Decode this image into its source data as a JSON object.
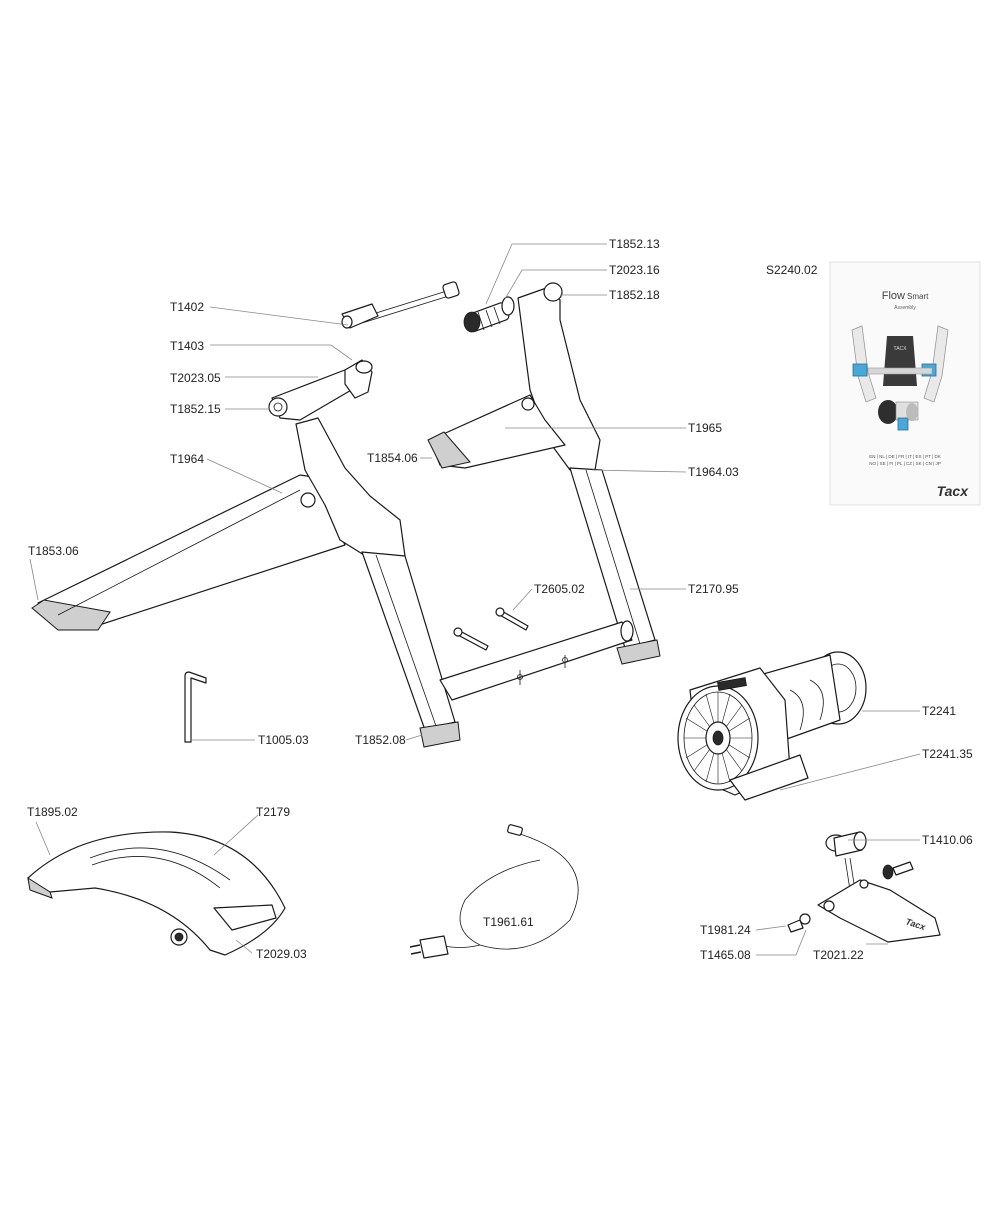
{
  "parts": [
    {
      "id": "T1852.13"
    },
    {
      "id": "T2023.16"
    },
    {
      "id": "T1852.18"
    },
    {
      "id": "S2240.02"
    },
    {
      "id": "T1402"
    },
    {
      "id": "T1403"
    },
    {
      "id": "T2023.05"
    },
    {
      "id": "T1852.15"
    },
    {
      "id": "T1965"
    },
    {
      "id": "T1854.06"
    },
    {
      "id": "T1964"
    },
    {
      "id": "T1964.03"
    },
    {
      "id": "T1853.06"
    },
    {
      "id": "T2605.02"
    },
    {
      "id": "T2170.95"
    },
    {
      "id": "T2241"
    },
    {
      "id": "T1005.03"
    },
    {
      "id": "T1852.08"
    },
    {
      "id": "T2241.35"
    },
    {
      "id": "T1895.02"
    },
    {
      "id": "T2179"
    },
    {
      "id": "T1410.06"
    },
    {
      "id": "T1961.61"
    },
    {
      "id": "T1981.24"
    },
    {
      "id": "T1465.08"
    },
    {
      "id": "T2021.22"
    },
    {
      "id": "T2029.03"
    }
  ],
  "manual": {
    "title": "Flow",
    "title_suffix": "Smart",
    "subtitle": "Assembly",
    "brand": "Tacx",
    "languages_row1": "EN | NL | DE | FR | IT | ES | PT | DK",
    "languages_row2": "NO | SE | FI | PL | CZ | SK | CN | JP"
  },
  "colors": {
    "line": "#1a1a1a",
    "leader": "#888888",
    "accent": "#4aa8d8"
  }
}
